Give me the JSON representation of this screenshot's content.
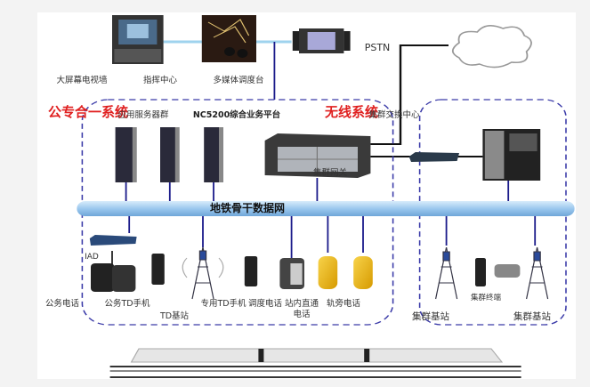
{
  "top": {
    "video_wall": "大屏幕电视墙",
    "command_center": "指挥中心",
    "multimedia_console": "多媒体调度台",
    "pstn": "PSTN"
  },
  "left_system": {
    "title": "公专合一系统",
    "server_group": "应用服务器群",
    "platform": "NC5200综合业务平台"
  },
  "right_system": {
    "title": "无线系统",
    "switch_center": "集群交换中心",
    "gateway": "集群网关"
  },
  "backbone": "地铁骨干数据网",
  "devices": {
    "iad": "IAD",
    "office_phone": "公务电话",
    "office_td": "公务TD手机",
    "td_station": "TD基站",
    "private_td": "专用TD手机",
    "dispatch_phone": "调度电话",
    "station_phone_l1": "站内直通",
    "station_phone_l2": "电话",
    "trackside_phone": "轨旁电话",
    "trunk_station_1": "集群基站",
    "trunk_terminal": "集群终端",
    "trunk_station_2": "集群基站"
  },
  "colors": {
    "accent_red": "#e02020",
    "dashed_border": "#3a3aa8",
    "line": "#1a1a8a",
    "backbone": "#9cc8ee"
  }
}
